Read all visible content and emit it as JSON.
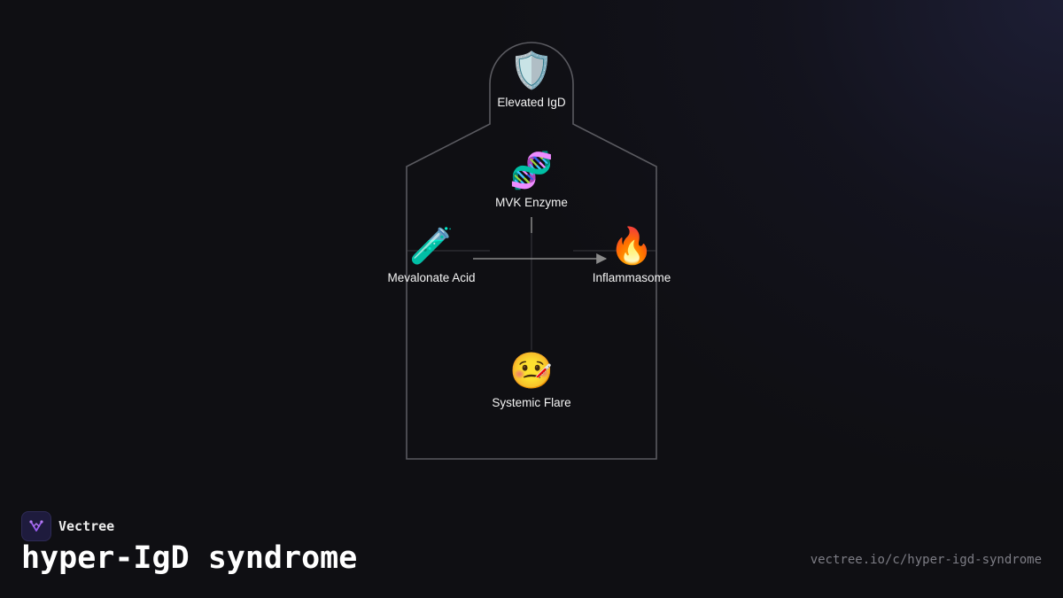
{
  "diagram": {
    "nodes": {
      "top": {
        "icon": "shield-icon",
        "emoji": "🛡️",
        "label": "Elevated IgD"
      },
      "upper_center": {
        "icon": "dna-icon",
        "emoji": "🧬",
        "label": "MVK Enzyme"
      },
      "left": {
        "icon": "test-tube-icon",
        "emoji": "🧪",
        "label": "Mevalonate Acid"
      },
      "right": {
        "icon": "fire-icon",
        "emoji": "🔥",
        "label": "Inflammasome"
      },
      "bottom": {
        "icon": "sick-face-icon",
        "emoji": "🤒",
        "label": "Systemic Flare"
      }
    },
    "colors": {
      "outline": "#5a5a60",
      "arrow": "#8a8a8a"
    }
  },
  "footer": {
    "brand_name": "Vectree",
    "title": "hyper-IgD syndrome",
    "url": "vectree.io/c/hyper-igd-syndrome",
    "logo_color": "#9b5cf0"
  }
}
